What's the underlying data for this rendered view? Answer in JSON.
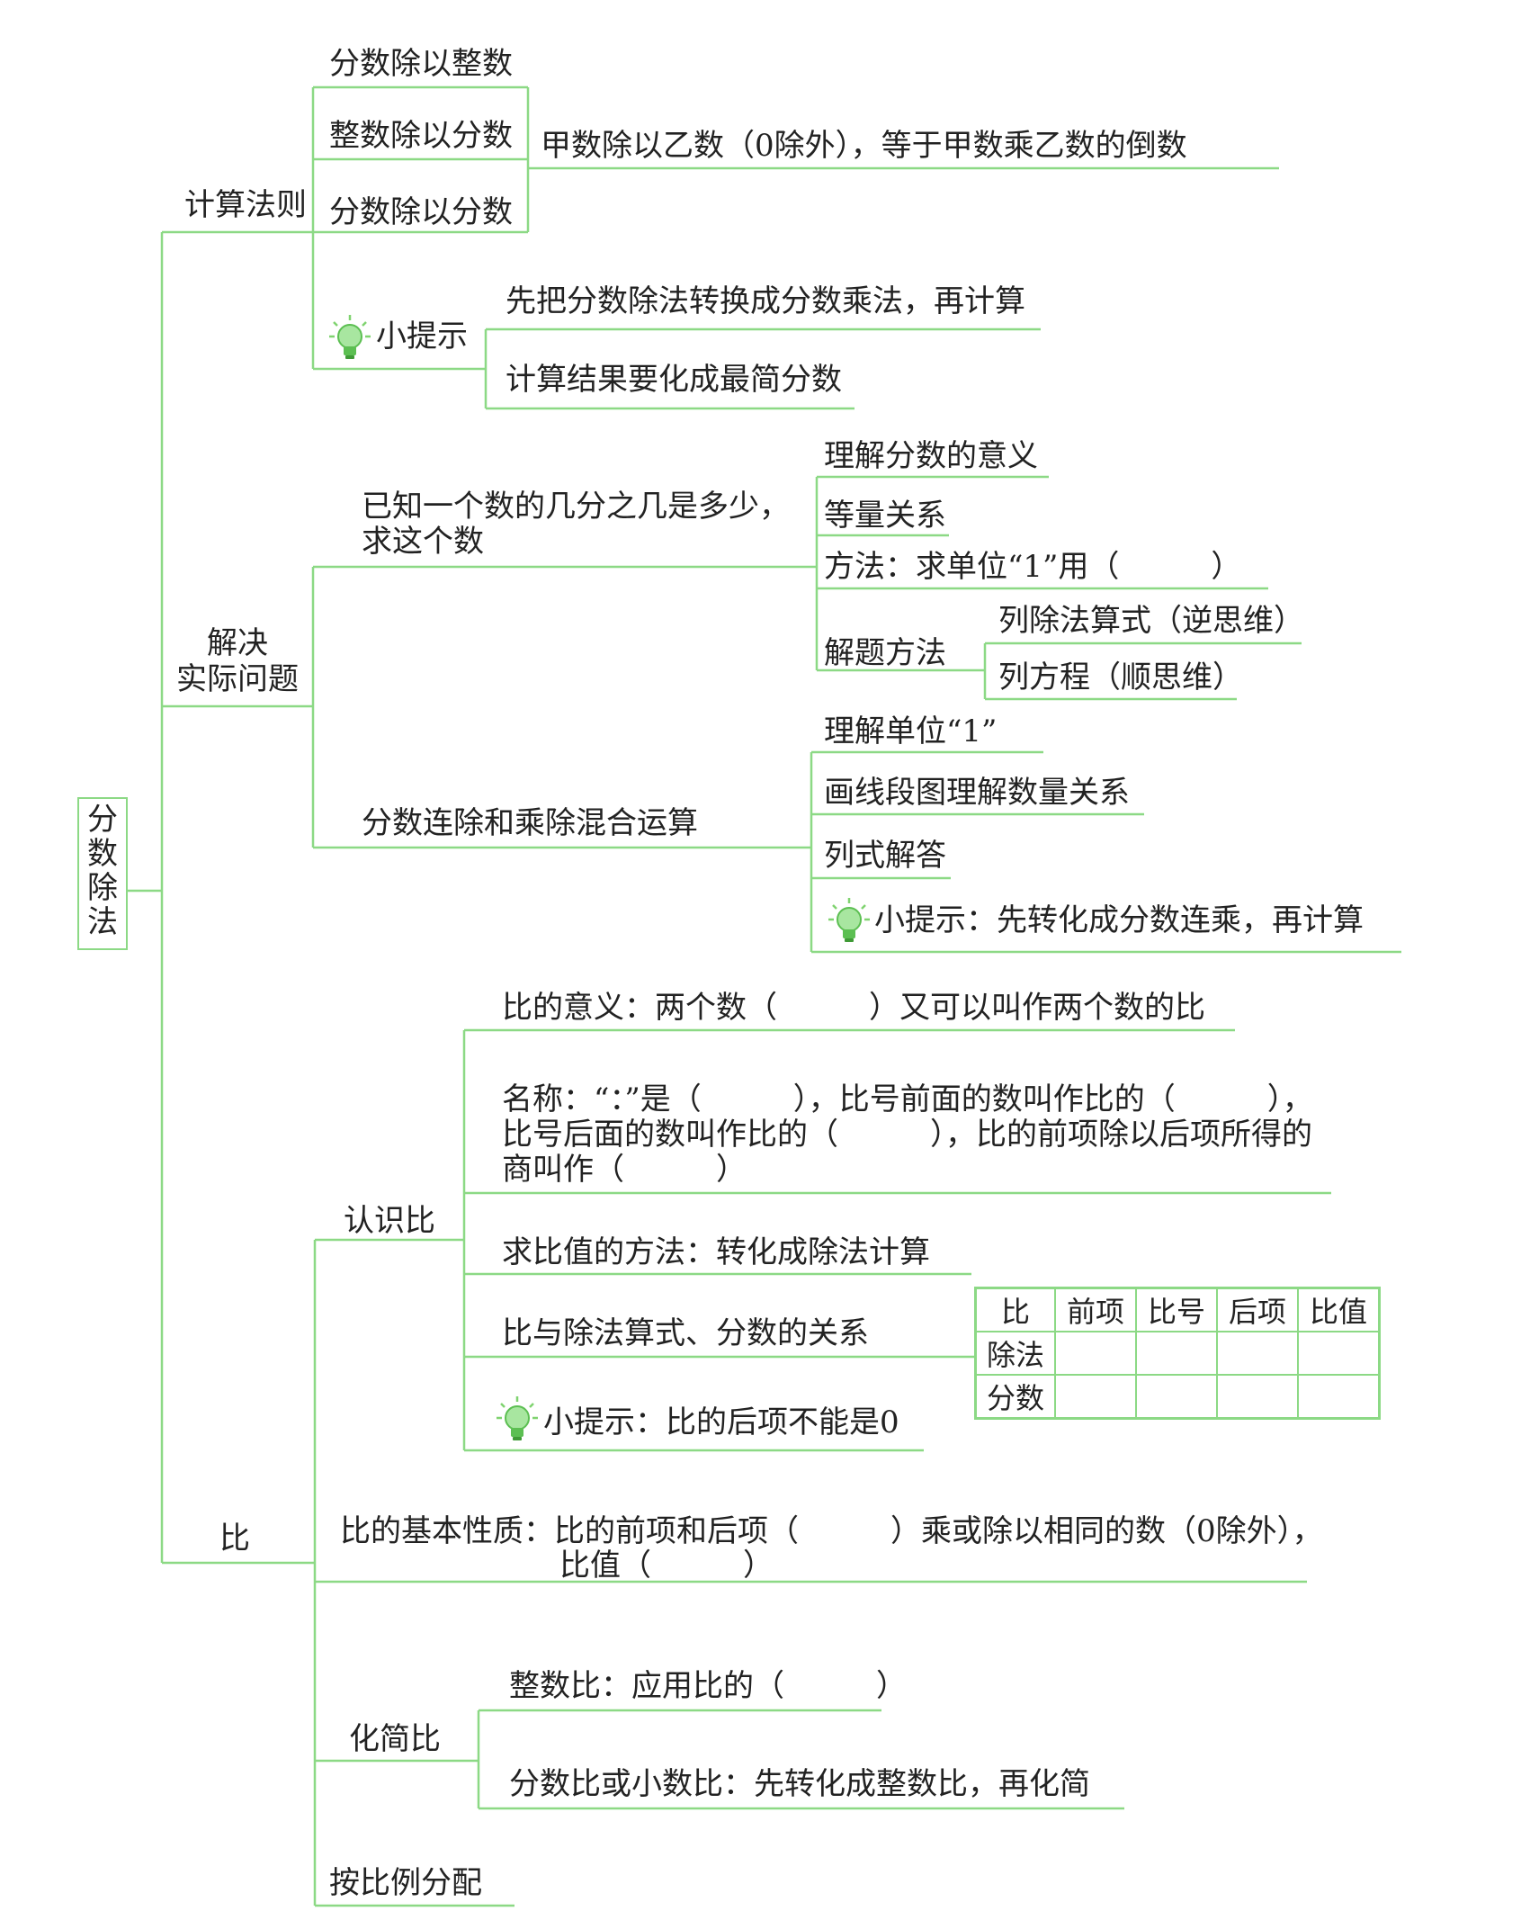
{
  "root": {
    "title_chars": [
      "分",
      "数",
      "除",
      "法"
    ]
  },
  "calc": {
    "label": "计算法则",
    "rules": [
      "分数除以整数",
      "整数除以分数",
      "分数除以分数"
    ],
    "rule_text": "甲数除以乙数（0除外），等于甲数乘乙数的倒数",
    "tip_label": "小提示",
    "tips": [
      "先把分数除法转换成分数乘法，再计算",
      "计算结果要化成最简分数"
    ]
  },
  "solve": {
    "label_line1": "解决",
    "label_line2": "实际问题",
    "q1_line1": "已知一个数的几分之几是多少，",
    "q1_line2": "求这个数",
    "q1_items": [
      "理解分数的意义",
      "等量关系",
      "方法：求单位“1”用（　　　）",
      "解题方法"
    ],
    "q1_methods": [
      "列除法算式（逆思维）",
      "列方程（顺思维）"
    ],
    "q2": "分数连除和乘除混合运算",
    "q2_items": [
      "理解单位“1”",
      "画线段图理解数量关系",
      "列式解答"
    ],
    "q2_tip": "小提示：先转化成分数连乘，再计算"
  },
  "ratio": {
    "label": "比",
    "know": "认识比",
    "meaning": "比的意义：两个数（　　　）又可以叫作两个数的比",
    "name_line1": "名称：“：”是（　　　），比号前面的数叫作比的（　　　），",
    "name_line2": "比号后面的数叫作比的（　　　），比的前项除以后项所得的",
    "name_line3": "商叫作（　　　）",
    "value_method": "求比值的方法：转化成除法计算",
    "relation": "比与除法算式、分数的关系",
    "tip": "小提示：比的后项不能是0",
    "table": {
      "headers": [
        "比",
        "前项",
        "比号",
        "后项",
        "比值"
      ],
      "rows": [
        [
          "除法",
          "",
          "",
          "",
          ""
        ],
        [
          "分数",
          "",
          "",
          "",
          ""
        ]
      ]
    },
    "property_line1": "比的基本性质：比的前项和后项（　　　）乘或除以相同的数（0除外），",
    "property_line2": "比值（　　　）",
    "simplify": "化简比",
    "simplify_items": [
      "整数比：应用比的（　　　）",
      "分数比或小数比：先转化成整数比，再化简"
    ],
    "allocate": "按比例分配"
  },
  "colors": {
    "line": "#8cd985",
    "text": "#222222",
    "bulb": "#7fd36f"
  }
}
